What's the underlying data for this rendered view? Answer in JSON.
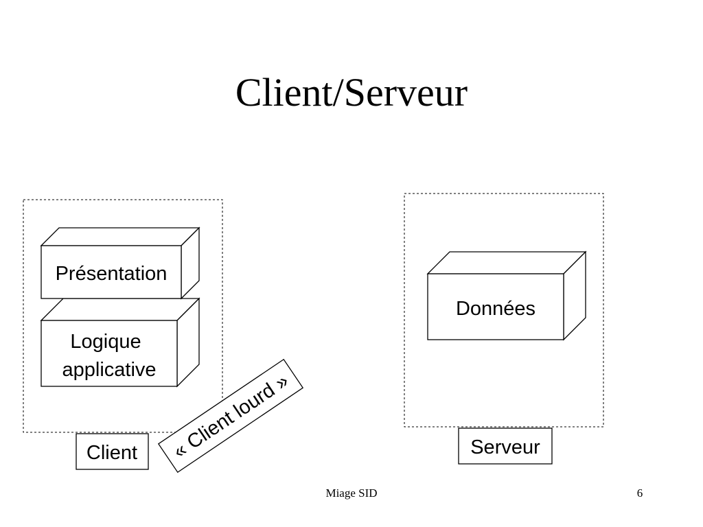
{
  "slide": {
    "title": "Client/Serveur"
  },
  "client": {
    "presentation_label": "Présentation",
    "logic_line1": "Logique",
    "logic_line2": "applicative",
    "caption": "Client"
  },
  "server": {
    "data_label": "Données",
    "caption": "Serveur"
  },
  "annotation": {
    "label": "« Client lourd »"
  },
  "footer": {
    "center": "Miage SID",
    "page_number": "6"
  }
}
